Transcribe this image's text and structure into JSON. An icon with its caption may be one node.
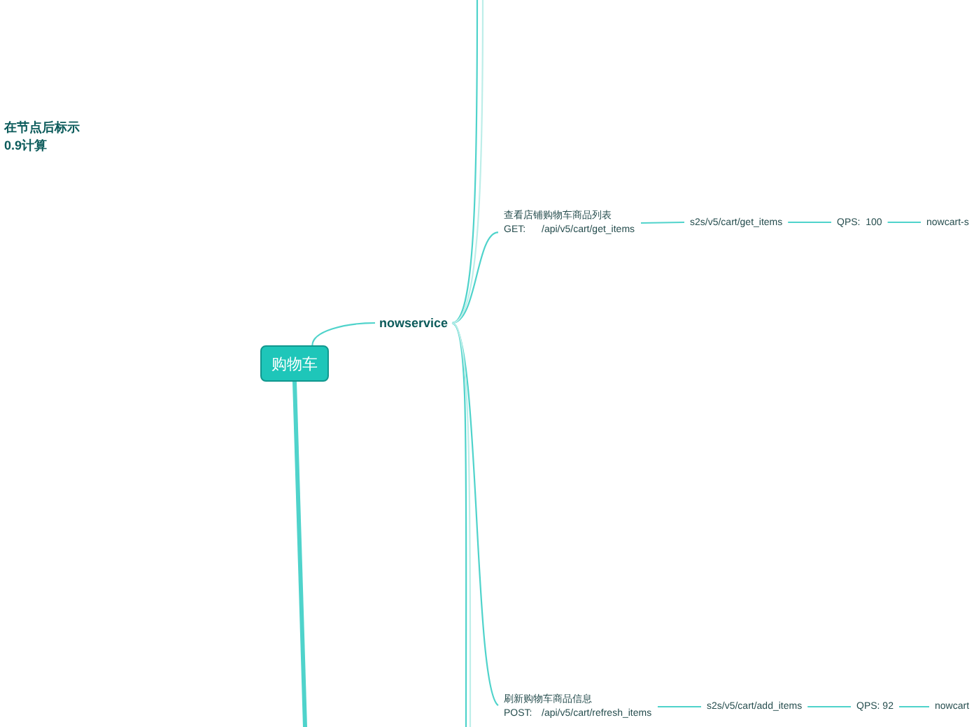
{
  "diagram": {
    "nodes": [
      {
        "text": [
          "购物车"
        ]
      },
      {
        "text": [
          "nowservice"
        ]
      },
      {
        "text": [
          "查看店铺购物车商品列表",
          "GET:",
          "/api/v5/cart/get_items"
        ]
      },
      {
        "text": [
          "s2s/v5/cart/get_items"
        ]
      },
      {
        "text": [
          "QPS:  100"
        ]
      },
      {
        "text": [
          "nowcart-s"
        ]
      },
      {
        "text": [
          "刷新购物车商品信息",
          "POST:",
          "/api/v5/cart/refresh_items"
        ]
      },
      {
        "text": [
          "s2s/v5/cart/add_items"
        ]
      },
      {
        "text": [
          "QPS: 92"
        ]
      },
      {
        "text": [
          "nowcart"
        ]
      }
    ],
    "edges": [
      {
        "from": 0,
        "to": 1,
        "arrow": "none"
      },
      {
        "from": 1,
        "to": 2,
        "arrow": "none"
      },
      {
        "from": 2,
        "to": 3,
        "arrow": "none"
      },
      {
        "from": 3,
        "to": 4,
        "arrow": "none"
      },
      {
        "from": 4,
        "to": 5,
        "arrow": "none"
      },
      {
        "from": 1,
        "to": 6,
        "arrow": "none"
      },
      {
        "from": 6,
        "to": 7,
        "arrow": "none"
      },
      {
        "from": 7,
        "to": 8,
        "arrow": "none"
      },
      {
        "from": 8,
        "to": 9,
        "arrow": "none"
      },
      {
        "from": 1,
        "to": null,
        "arrow": "none"
      },
      {
        "from": 1,
        "to": null,
        "arrow": "none",
        "color": "#bdeee9"
      },
      {
        "from": 1,
        "to": null,
        "arrow": "none"
      },
      {
        "from": 1,
        "to": null,
        "arrow": "none",
        "color": "#bdeee9"
      },
      {
        "from": 0,
        "to": null,
        "arrow": "none",
        "style": "thick"
      }
    ],
    "labels": [
      "在节点后标示0.9计算"
    ]
  }
}
